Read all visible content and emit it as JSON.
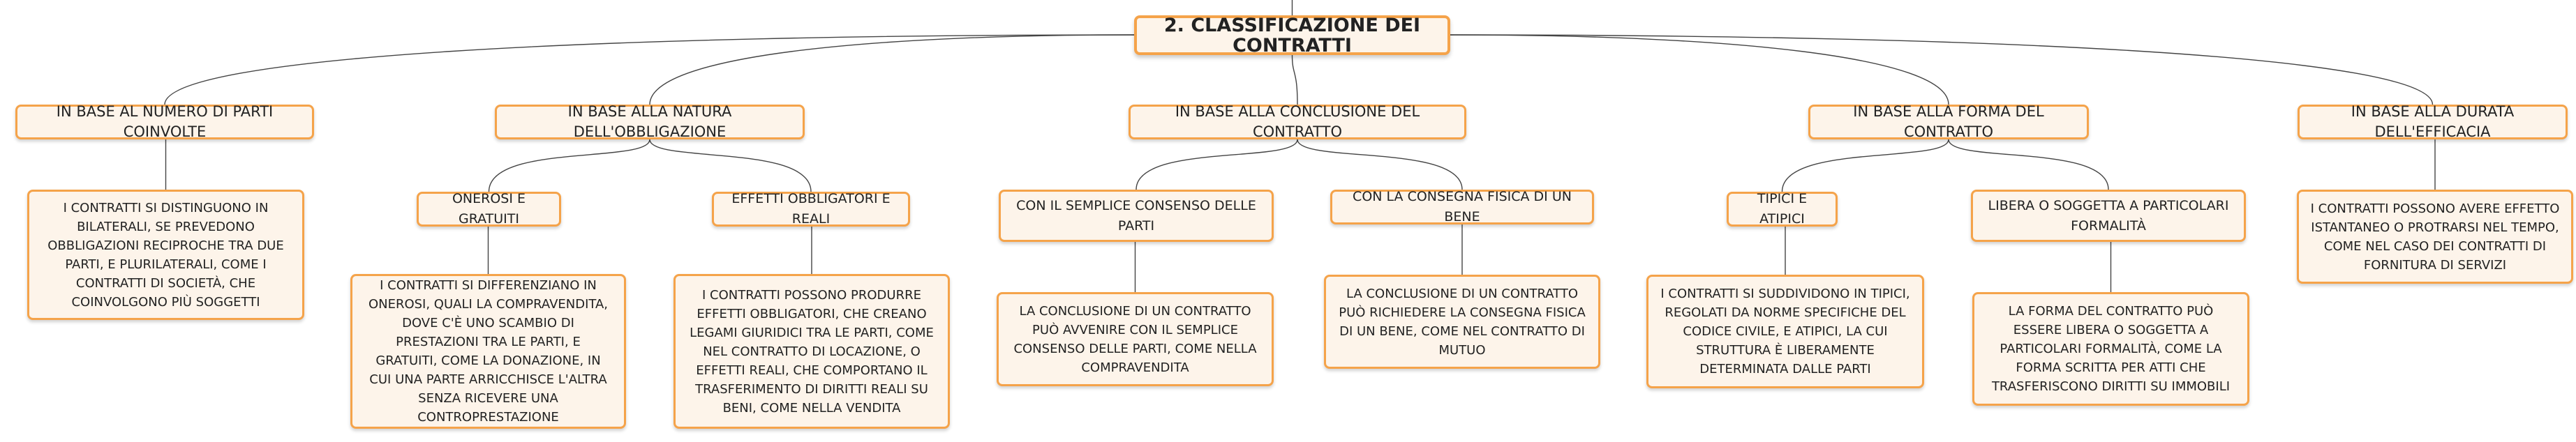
{
  "colors": {
    "border": "#f5a34a",
    "fill": "#fdf4ea",
    "edge": "#444444"
  },
  "root": "2. CLASSIFICAZIONE DEI CONTRATTI",
  "categories": [
    {
      "label": "IN BASE AL NUMERO DI PARTI COINVOLTE",
      "detail": "I CONTRATTI SI DISTINGUONO IN BILATERALI, SE PREVEDONO OBBLIGAZIONI RECIPROCHE TRA DUE PARTI, E PLURILATERALI, COME I CONTRATTI DI SOCIETÀ, CHE COINVOLGONO PIÙ SOGGETTI"
    },
    {
      "label": "IN BASE ALLA NATURA DELL'OBBLIGAZIONE",
      "subs": [
        {
          "label": "ONEROSI E GRATUITI",
          "detail": "I CONTRATTI SI DIFFERENZIANO IN ONEROSI, QUALI LA COMPRAVENDITA, DOVE C'È UNO SCAMBIO DI PRESTAZIONI TRA LE PARTI, E GRATUITI, COME LA DONAZIONE, IN CUI UNA PARTE ARRICCHISCE L'ALTRA SENZA RICEVERE UNA CONTROPRESTAZIONE"
        },
        {
          "label": "EFFETTI OBBLIGATORI E REALI",
          "detail": "I CONTRATTI POSSONO PRODURRE EFFETTI OBBLIGATORI, CHE CREANO LEGAMI GIURIDICI TRA LE PARTI, COME NEL CONTRATTO DI LOCAZIONE, O EFFETTI REALI, CHE COMPORTANO IL TRASFERIMENTO DI DIRITTI REALI SU BENI, COME NELLA VENDITA"
        }
      ]
    },
    {
      "label": "IN BASE ALLA CONCLUSIONE DEL CONTRATTO",
      "subs": [
        {
          "label": "CON IL SEMPLICE CONSENSO DELLE PARTI",
          "detail": "LA CONCLUSIONE DI UN CONTRATTO PUÒ AVVENIRE CON IL SEMPLICE CONSENSO DELLE PARTI, COME NELLA COMPRAVENDITA"
        },
        {
          "label": "CON LA CONSEGNA FISICA DI UN BENE",
          "detail": "LA CONCLUSIONE DI UN CONTRATTO PUÒ RICHIEDERE LA CONSEGNA FISICA DI UN BENE, COME NEL CONTRATTO DI MUTUO"
        }
      ]
    },
    {
      "label": "IN BASE ALLA FORMA DEL CONTRATTO",
      "subs": [
        {
          "label": "TIPICI E ATIPICI",
          "detail": "I CONTRATTI SI SUDDIVIDONO IN TIPICI, REGOLATI DA NORME SPECIFICHE DEL CODICE CIVILE, E ATIPICI, LA CUI STRUTTURA È LIBERAMENTE DETERMINATA DALLE PARTI"
        },
        {
          "label": "LIBERA O SOGGETTA A PARTICOLARI FORMALITÀ",
          "detail": "LA FORMA DEL CONTRATTO PUÒ ESSERE LIBERA O SOGGETTA A PARTICOLARI FORMALITÀ, COME LA FORMA SCRITTA PER ATTI CHE TRASFERISCONO DIRITTI SU IMMOBILI"
        }
      ]
    },
    {
      "label": "IN BASE ALLA DURATA DELL'EFFICACIA",
      "detail": "I CONTRATTI POSSONO AVERE EFFETTO ISTANTANEO O PROTRARSI NEL TEMPO, COME NEL CASO DEI CONTRATTI DI FORNITURA DI SERVIZI"
    }
  ]
}
